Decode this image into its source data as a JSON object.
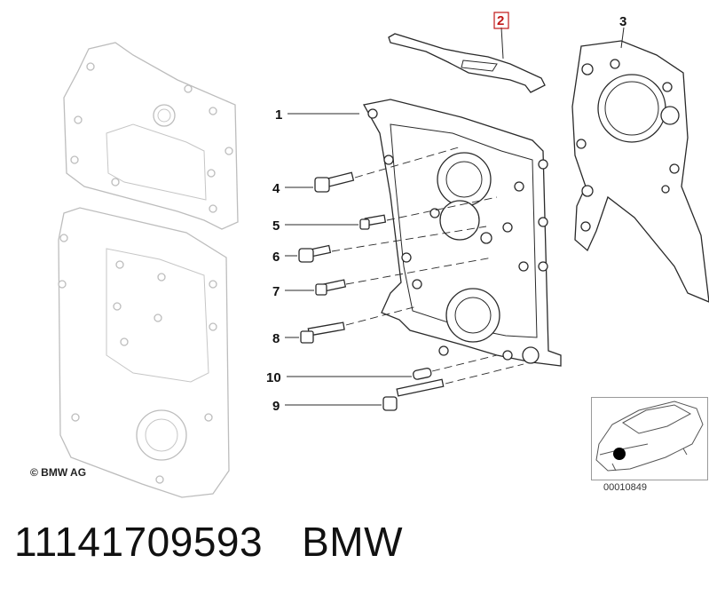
{
  "diagram": {
    "callouts": [
      {
        "id": "1",
        "highlighted": false
      },
      {
        "id": "2",
        "highlighted": true
      },
      {
        "id": "3",
        "highlighted": false
      },
      {
        "id": "4",
        "highlighted": false
      },
      {
        "id": "5",
        "highlighted": false
      },
      {
        "id": "6",
        "highlighted": false
      },
      {
        "id": "7",
        "highlighted": false
      },
      {
        "id": "8",
        "highlighted": false
      },
      {
        "id": "10",
        "highlighted": false
      },
      {
        "id": "9",
        "highlighted": false
      }
    ],
    "highlight_color": "#c01818",
    "copyright": "© BMW AG",
    "reference_number": "00010849"
  },
  "footer": {
    "part_number": "11141709593",
    "brand": "BMW"
  }
}
